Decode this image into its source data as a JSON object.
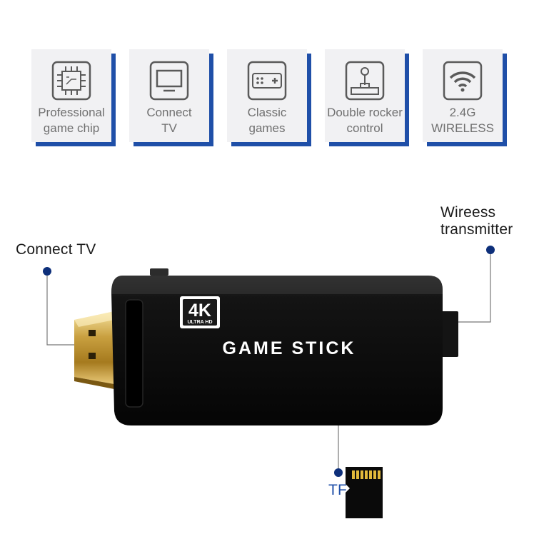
{
  "features": [
    {
      "label": "Professional\ngame chip",
      "icon": "chip-icon"
    },
    {
      "label": "Connect\nTV",
      "icon": "monitor-icon"
    },
    {
      "label": "Classic\ngames",
      "icon": "gamepad-icon"
    },
    {
      "label": "Double rocker\ncontrol",
      "icon": "joystick-icon"
    },
    {
      "label": "2.4G\nWIRELESS",
      "icon": "wifi-icon"
    }
  ],
  "callouts": {
    "connect_tv": "Connect  TV",
    "wireless": "Wireess\ntransmitter",
    "tf": "TF"
  },
  "product": {
    "badge_main": "4K",
    "badge_sub": "ULTRA HD",
    "name": "GAME STICK"
  },
  "colors": {
    "accent": "#1f4fa8",
    "dot": "#0d2f7a",
    "body": "#111111"
  }
}
